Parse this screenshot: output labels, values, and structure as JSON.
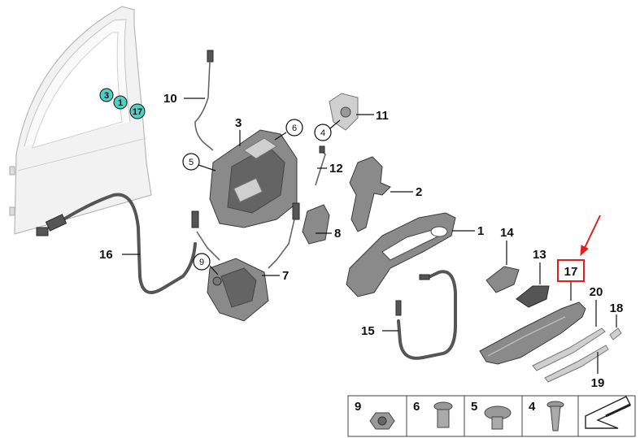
{
  "callouts": {
    "c1": "1",
    "c2": "2",
    "c3": "3",
    "c4": "4",
    "c5": "5",
    "c6": "6",
    "c7": "7",
    "c8": "8",
    "c9": "9",
    "c10": "10",
    "c11": "11",
    "c12": "12",
    "c13": "13",
    "c14": "14",
    "c15": "15",
    "c16": "16",
    "c17": "17",
    "c18": "18",
    "c19": "19",
    "c20": "20"
  },
  "circled": {
    "c4": "4",
    "c5": "5",
    "c6": "6",
    "c9": "9"
  },
  "door_markers": [
    "3",
    "1",
    "17"
  ],
  "highlighted_part": "17",
  "parts_table": [
    "9",
    "6",
    "5",
    "4"
  ],
  "colors": {
    "highlight": "#e0211b",
    "marker": "#4fd0c6"
  }
}
